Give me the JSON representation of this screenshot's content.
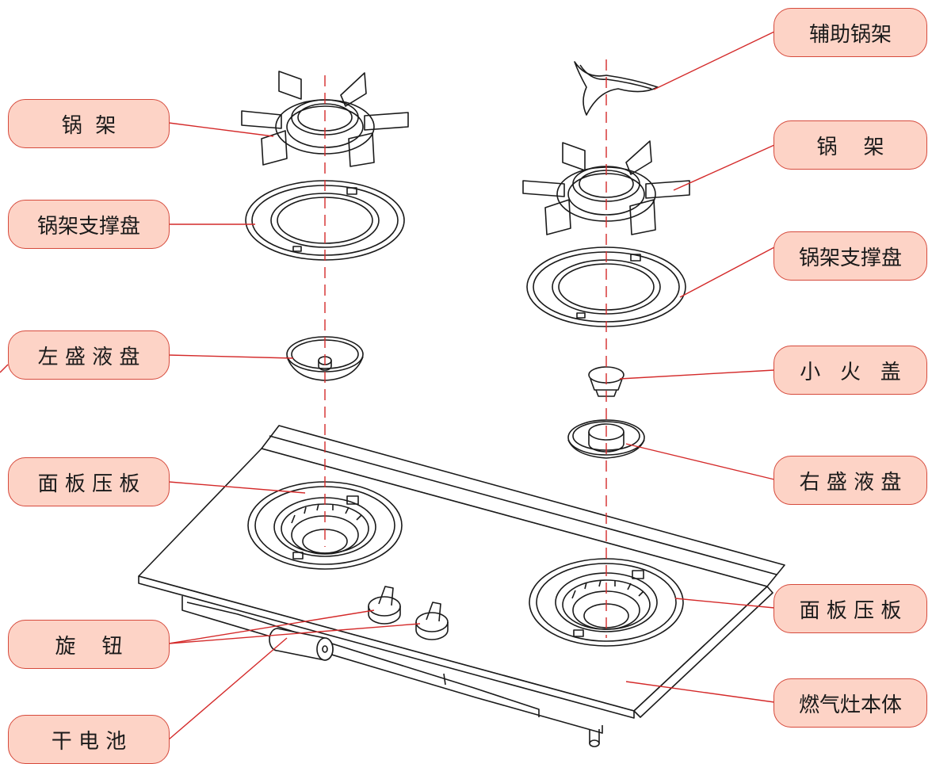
{
  "labels": {
    "left_pot_rack": "锅  架",
    "left_rack_tray": "锅架支撑盘",
    "left_drip_pan": "左 盛 液 盘",
    "left_panel_plate": "面 板 压 板",
    "knobs": "旋    钮",
    "battery": "干 电 池",
    "aux_rack": "辅助锅架",
    "right_pot_rack": "锅    架",
    "right_rack_tray": "锅架支撑盘",
    "small_cap": "小   火   盖",
    "right_drip_pan": "右 盛 液 盘",
    "right_panel_plate": "面 板 压 板",
    "stove_body": "燃气灶本体"
  },
  "colors": {
    "label_fill": "#fdd3c6",
    "label_border": "#d64a3c",
    "leader_line": "#d42a2a",
    "drawing": "#1a1a1a",
    "center_line": "#d42a2a"
  }
}
